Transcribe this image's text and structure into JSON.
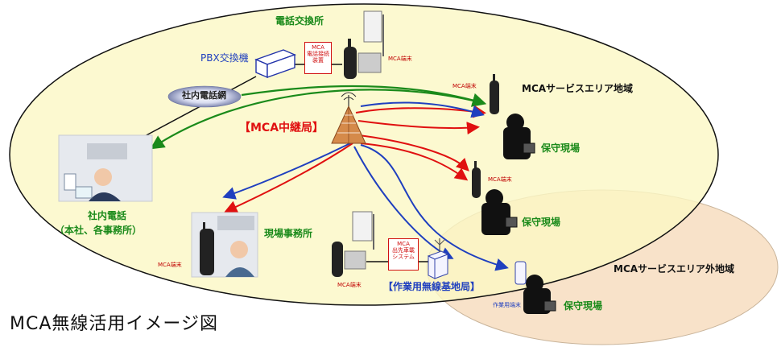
{
  "title": "MCA無線活用イメージ図",
  "labels": {
    "exchange": "電話交換所",
    "pbx": "PBX交換機",
    "mca_box": "MCA\n電話接続\n装置",
    "mca_terminal": "MCA端末",
    "internal_network": "社内電話網",
    "service_area": "MCAサービスエリア地域",
    "relay_station": "【MCA中継局】",
    "maintenance_site": "保守現場",
    "internal_phone": "社内電話",
    "offices": "（本社、各事務所）",
    "site_office": "現場事務所",
    "dispatch_box": "MCA\n出先車載\nシステム",
    "base_station": "【作業用無線基地局】",
    "work_terminal": "作業用端末",
    "outside_area": "MCAサービスエリア外地域"
  },
  "colors": {
    "inner_area": "#fbf8c4",
    "outer_area": "#f7ddbf",
    "green_link": "#1a8a1a",
    "red_link": "#e01010",
    "blue_link": "#1f3fbf"
  },
  "icons": [
    "pbx-box-icon",
    "radio-terminal-icon",
    "antenna-panel-icon",
    "relay-tower-icon",
    "worker-icon",
    "office-photo-icon",
    "base-station-icon"
  ]
}
